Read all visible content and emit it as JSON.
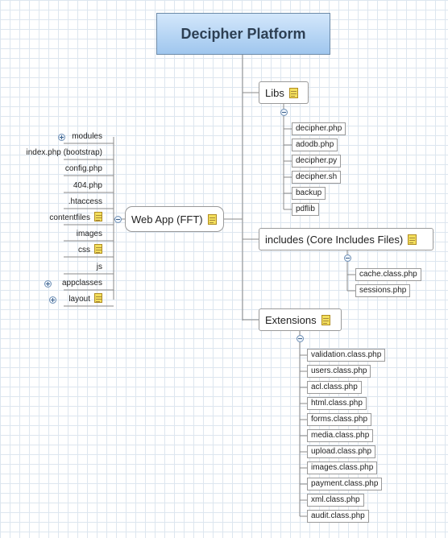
{
  "root": {
    "label": "Decipher Platform"
  },
  "webapp": {
    "label": "Web App (FFT)",
    "items": [
      {
        "label": "modules",
        "note": false,
        "toggle": "plus"
      },
      {
        "label": "index.php (bootstrap)",
        "note": false,
        "toggle": ""
      },
      {
        "label": "config.php",
        "note": false,
        "toggle": ""
      },
      {
        "label": "404.php",
        "note": false,
        "toggle": ""
      },
      {
        "label": ".htaccess",
        "note": false,
        "toggle": ""
      },
      {
        "label": "contentfiles",
        "note": true,
        "toggle": ""
      },
      {
        "label": "images",
        "note": false,
        "toggle": ""
      },
      {
        "label": "css",
        "note": true,
        "toggle": ""
      },
      {
        "label": "js",
        "note": false,
        "toggle": ""
      },
      {
        "label": "appclasses",
        "note": false,
        "toggle": "plus"
      },
      {
        "label": "layout",
        "note": true,
        "toggle": "plus"
      }
    ]
  },
  "libs": {
    "label": "Libs",
    "items": [
      "decipher.php",
      "adodb.php",
      "decipher.py",
      "decipher.sh",
      "backup",
      "pdflib"
    ]
  },
  "includes": {
    "label": "includes (Core Includes Files)",
    "items": [
      "cache.class.php",
      "sessions.php"
    ]
  },
  "extensions": {
    "label": "Extensions",
    "items": [
      "validation.class.php",
      "users.class.php",
      "acl.class.php",
      "html.class.php",
      "forms.class.php",
      "media.class.php",
      "upload.class.php",
      "images.class.php",
      "payment.class.php",
      "xml.class.php",
      "audit.class.php"
    ]
  },
  "colors": {
    "line": "#8a8a8a",
    "grid": "#dde6ef",
    "root_top": "#d3e7fb",
    "root_bottom": "#9fc6ee",
    "note": "#f3df5d",
    "toggle": "#6e8fb5"
  }
}
